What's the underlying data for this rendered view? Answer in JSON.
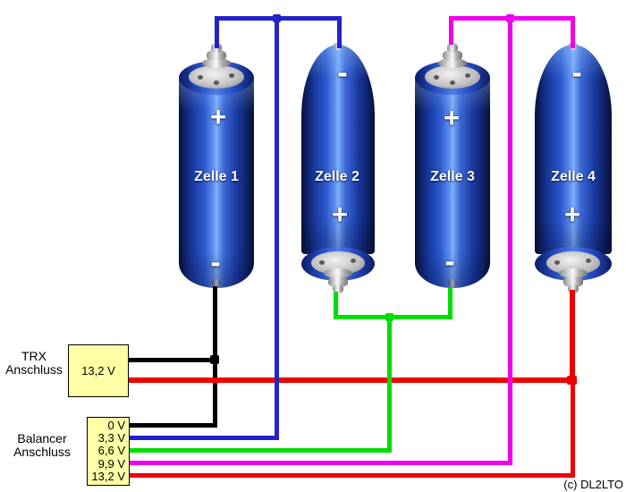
{
  "diagram": {
    "copyright": "(c) DL2LTO",
    "colors": {
      "wire_black": "#000000",
      "wire_blue": "#2323cc",
      "wire_green": "#00dd00",
      "wire_magenta": "#ee00ee",
      "wire_red": "#ee0000",
      "box_fill": "#ffffa6",
      "box_border": "#000000"
    }
  },
  "cells": [
    {
      "name": "Zelle 1",
      "sign_top": "+",
      "sign_bottom": "-"
    },
    {
      "name": "Zelle 2",
      "sign_top": "-",
      "sign_bottom": "+"
    },
    {
      "name": "Zelle 3",
      "sign_top": "+",
      "sign_bottom": "-"
    },
    {
      "name": "Zelle 4",
      "sign_top": "-",
      "sign_bottom": "+"
    }
  ],
  "trx": {
    "label_line1": "TRX",
    "label_line2": "Anschluss",
    "voltage": "13,2 V"
  },
  "balancer": {
    "label_line1": "Balancer",
    "label_line2": "Anschluss",
    "taps": [
      "0 V",
      "3,3 V",
      "6,6 V",
      "9,9 V",
      "13,2 V"
    ]
  }
}
